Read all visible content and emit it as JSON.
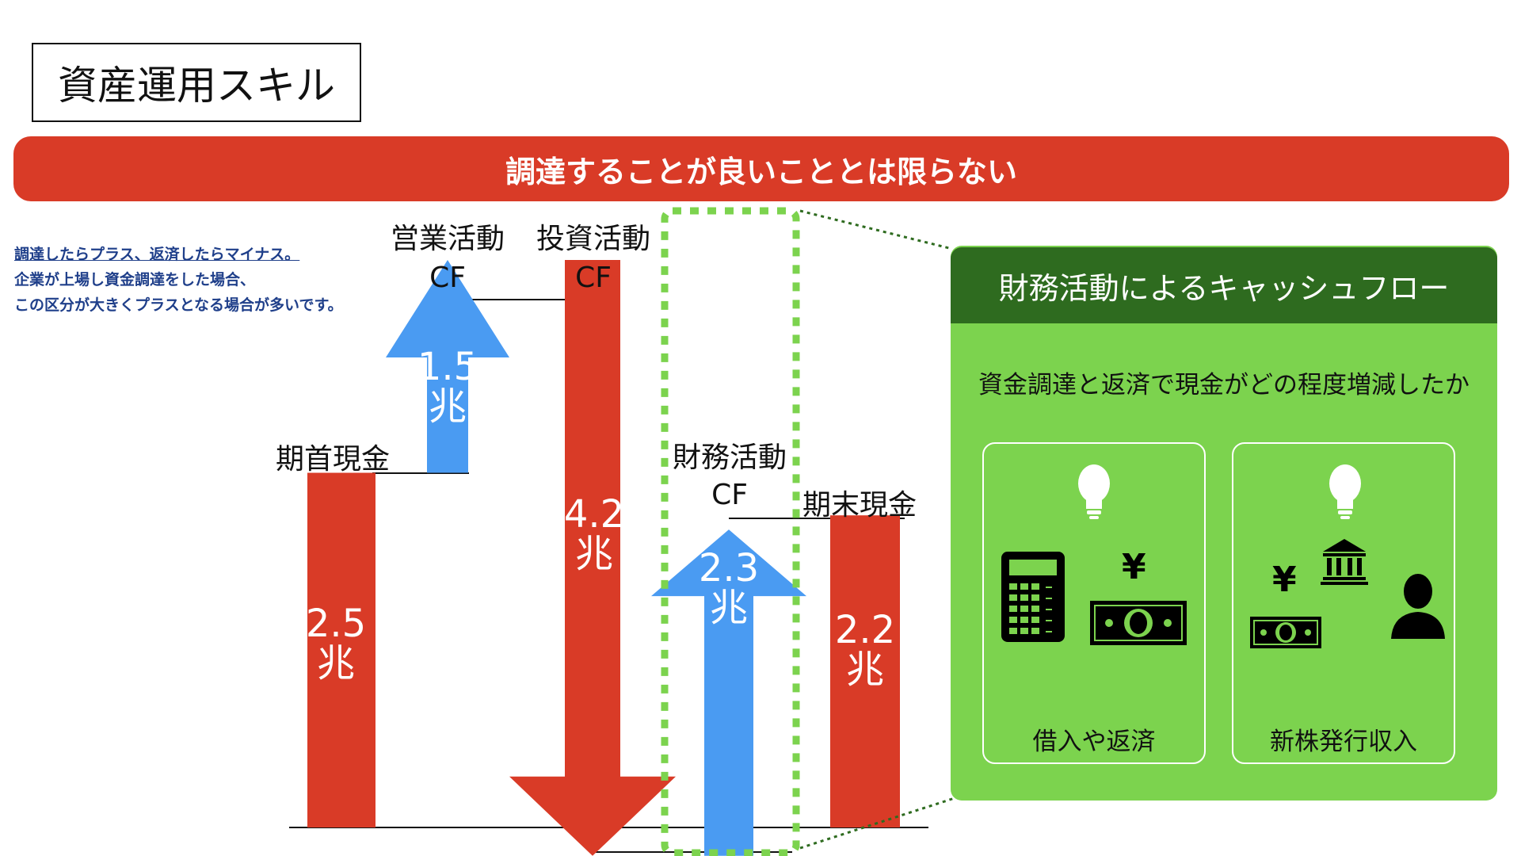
{
  "title": "資産運用スキル",
  "banner": "調達することが良いこととは限らない",
  "notes": [
    "調達したらプラス、返済したらマイナス。",
    "企業が上場し資金調達をした場合、",
    "この区分が大きくプラスとなる場合が多いです。"
  ],
  "chart_data": {
    "type": "waterfall",
    "items": [
      {
        "name": "期首現金",
        "value": 2.5,
        "label": "2.5",
        "unit": "兆",
        "kind": "total"
      },
      {
        "name": "営業活動",
        "name2": "CF",
        "value": 1.5,
        "label": "1.5",
        "unit": "兆",
        "kind": "increase"
      },
      {
        "name": "投資活動",
        "name2": "CF",
        "value": -4.2,
        "label": "4.2",
        "unit": "兆",
        "kind": "decrease"
      },
      {
        "name": "財務活動",
        "name2": "CF",
        "value": 2.3,
        "label": "2.3",
        "unit": "兆",
        "kind": "increase"
      },
      {
        "name": "期末現金",
        "value": 2.2,
        "label": "2.2",
        "unit": "兆",
        "kind": "total"
      }
    ]
  },
  "colors": {
    "total": "#d93b27",
    "increase": "#4a9bf2",
    "decrease": "#d93b27",
    "panel": "#7cd34e",
    "panel_header": "#2e6b1f",
    "highlight": "#7cd34e"
  },
  "panel": {
    "header": "財務活動によるキャッシュフロー",
    "subtitle": "資金調達と返済で現金がどの程度増減したか",
    "cards": [
      {
        "label": "借入や返済",
        "icons": [
          "lightbulb-icon",
          "calculator-icon",
          "yen-icon",
          "banknote-icon"
        ],
        "yen": "¥"
      },
      {
        "label": "新株発行収入",
        "icons": [
          "lightbulb-icon",
          "yen-icon",
          "bank-icon",
          "banknote-icon",
          "person-icon"
        ],
        "yen": "¥"
      }
    ]
  }
}
